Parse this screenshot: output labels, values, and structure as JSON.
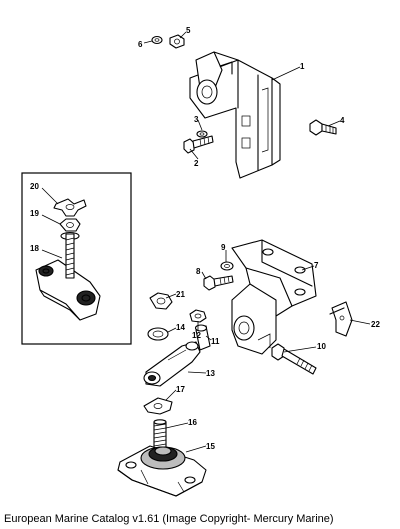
{
  "callouts": [
    {
      "id": "1",
      "label": "1"
    },
    {
      "id": "2",
      "label": "2"
    },
    {
      "id": "3",
      "label": "3"
    },
    {
      "id": "4",
      "label": "4"
    },
    {
      "id": "5",
      "label": "5"
    },
    {
      "id": "6",
      "label": "6"
    },
    {
      "id": "7",
      "label": "7"
    },
    {
      "id": "8",
      "label": "8"
    },
    {
      "id": "9",
      "label": "9"
    },
    {
      "id": "10",
      "label": "10"
    },
    {
      "id": "11",
      "label": "11"
    },
    {
      "id": "12",
      "label": "12"
    },
    {
      "id": "13",
      "label": "13"
    },
    {
      "id": "14",
      "label": "14"
    },
    {
      "id": "15",
      "label": "15"
    },
    {
      "id": "16",
      "label": "16"
    },
    {
      "id": "17",
      "label": "17"
    },
    {
      "id": "18",
      "label": "18"
    },
    {
      "id": "19",
      "label": "19"
    },
    {
      "id": "20",
      "label": "20"
    },
    {
      "id": "21",
      "label": "21"
    },
    {
      "id": "22",
      "label": "22"
    }
  ],
  "caption": "European Marine Catalog v1.61 (Image Copyright- Mercury Marine)"
}
